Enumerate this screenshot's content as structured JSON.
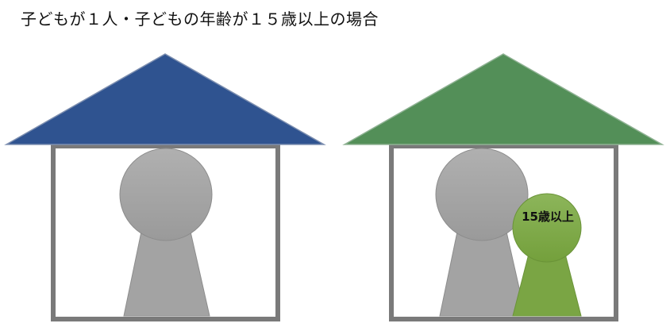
{
  "title": "子どもが１人・子どもの年齢が１５歳以上の場合",
  "houses": [
    {
      "roof_color": "#2f5390",
      "wall_color": "#7a7a7a",
      "figures": [
        {
          "role": "parent",
          "color": "#a3a3a3"
        }
      ]
    },
    {
      "roof_color": "#538f58",
      "wall_color": "#7a7a7a",
      "figures": [
        {
          "role": "parent",
          "color": "#a3a3a3"
        },
        {
          "role": "child",
          "color": "#7aa544",
          "label": "15歳以上"
        }
      ]
    }
  ]
}
